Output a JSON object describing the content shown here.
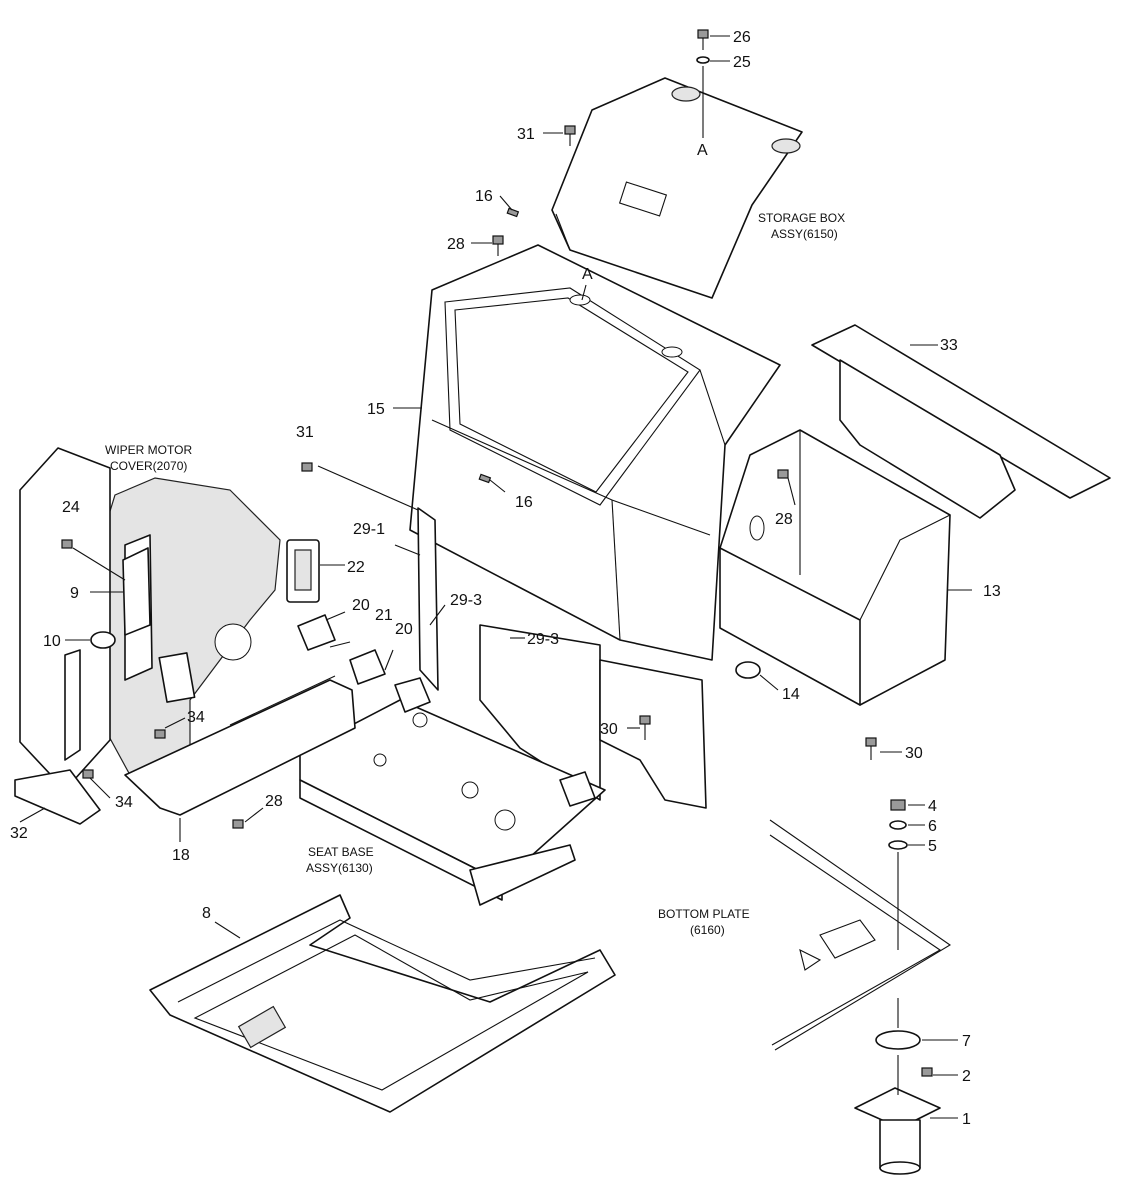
{
  "callouts": {
    "c26": "26",
    "c25": "25",
    "c31a": "31",
    "cA1": "A",
    "c16a": "16",
    "c28a": "28",
    "cA2": "A",
    "c15": "15",
    "c33": "33",
    "c31b": "31",
    "c16b": "16",
    "c24": "24",
    "c9": "9",
    "c22": "22",
    "c29_1": "29-1",
    "c29_3a": "29-3",
    "c29_3b": "29-3",
    "c28b": "28",
    "c13": "13",
    "c20a": "20",
    "c21": "21",
    "c20b": "20",
    "c10": "10",
    "c14": "14",
    "c34a": "34",
    "c30a": "30",
    "c30b": "30",
    "c34b": "34",
    "c32": "32",
    "c28c": "28",
    "c18": "18",
    "c4": "4",
    "c6": "6",
    "c5": "5",
    "c8": "8",
    "c7": "7",
    "c2": "2",
    "c1": "1"
  },
  "captions": {
    "storage_box_1": "STORAGE BOX",
    "storage_box_2": "ASSY(6150)",
    "wiper_1": "WIPER MOTOR",
    "wiper_2": "COVER(2070)",
    "seat_base_1": "SEAT BASE",
    "seat_base_2": "ASSY(6130)",
    "bottom_plate_1": "BOTTOM PLATE",
    "bottom_plate_2": "(6160)"
  }
}
